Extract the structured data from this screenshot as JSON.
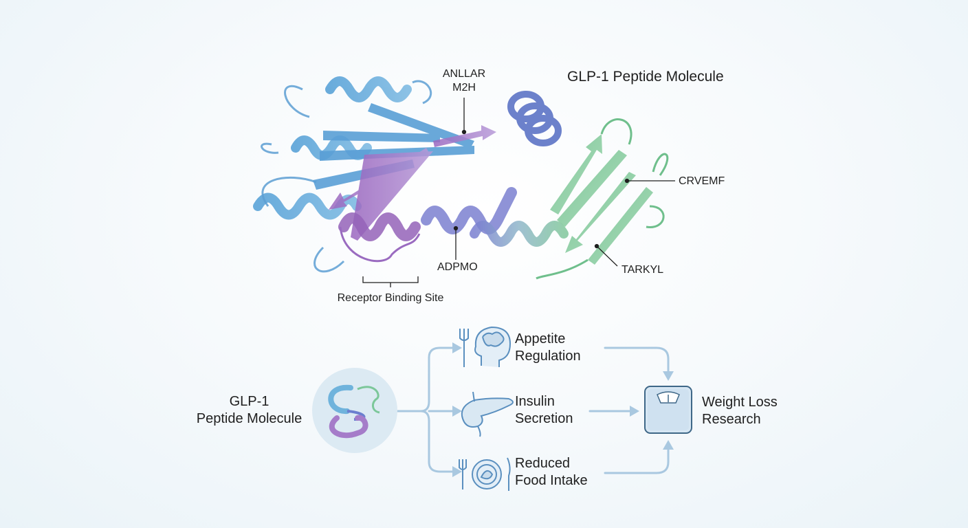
{
  "structure": {
    "title": "GLP-1 Peptide Molecule",
    "labels": {
      "top_center_line1": "ANLLAR",
      "top_center_line2": "M2H",
      "right_upper": "CRVEMF",
      "right_lower": "TARKYL",
      "lower_center": "ADPMO",
      "binding_site": "Receptor Binding Site"
    },
    "colors": {
      "domain_blue": "#5aa3d8",
      "domain_purple": "#9b74c4",
      "domain_indigo": "#6b7fcf",
      "domain_green": "#7cc79a"
    }
  },
  "flow": {
    "source": {
      "line1": "GLP-1",
      "line2": "Peptide Molecule",
      "icon": "peptide-molecule-icon"
    },
    "effects": [
      {
        "line1": "Appetite",
        "line2": "Regulation",
        "icon": "fork-brain-head-icon"
      },
      {
        "line1": "Insulin",
        "line2": "Secretion",
        "icon": "pancreas-icon"
      },
      {
        "line1": "Reduced",
        "line2": "Food Intake",
        "icon": "plate-utensils-icon"
      }
    ],
    "outcome": {
      "line1": "Weight Loss",
      "line2": "Research",
      "icon": "weighing-scale-icon"
    },
    "arrow_color": "#a9c8e0"
  }
}
